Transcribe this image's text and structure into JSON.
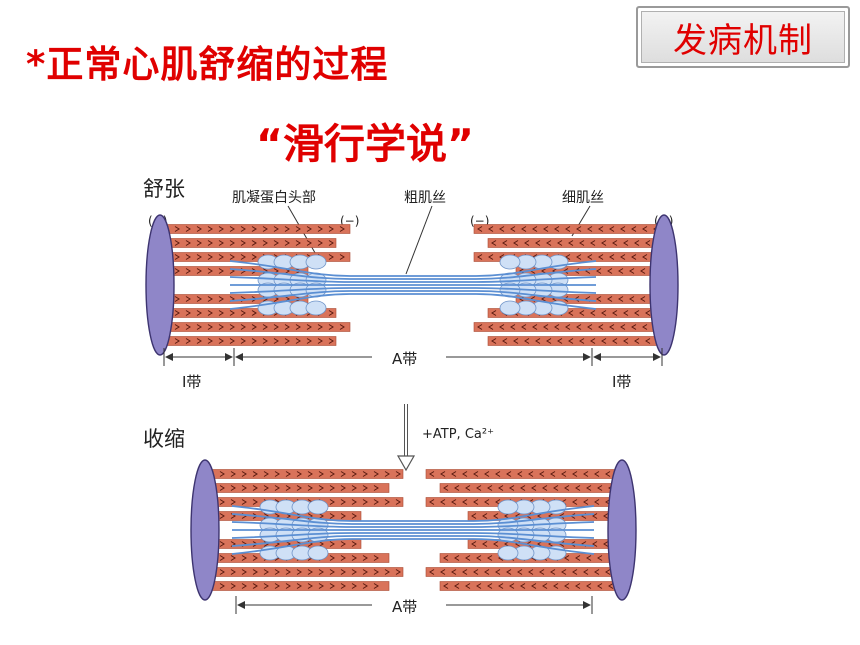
{
  "header": {
    "title": "*正常心肌舒缩的过程",
    "subtitle": "“滑行学说”",
    "badge": "发病机制"
  },
  "diagram": {
    "relaxed_label": "舒张",
    "contracted_label": "收缩",
    "label_myosin_head": "肌凝蛋白头部",
    "label_thick_filament": "粗肌丝",
    "label_thin_filament": "细肌丝",
    "plus_sign": "(+)",
    "minus_sign": "(−)",
    "i_band": "I带",
    "a_band": "A带",
    "arrow_label": "+ATP, Ca²⁺"
  },
  "colors": {
    "title_red": "#e00000",
    "thin_filament": "#d9735a",
    "thick_filament": "#5b8fd3",
    "z_disc": "#8f86c8",
    "myosin_head": "#cfe0f6"
  }
}
